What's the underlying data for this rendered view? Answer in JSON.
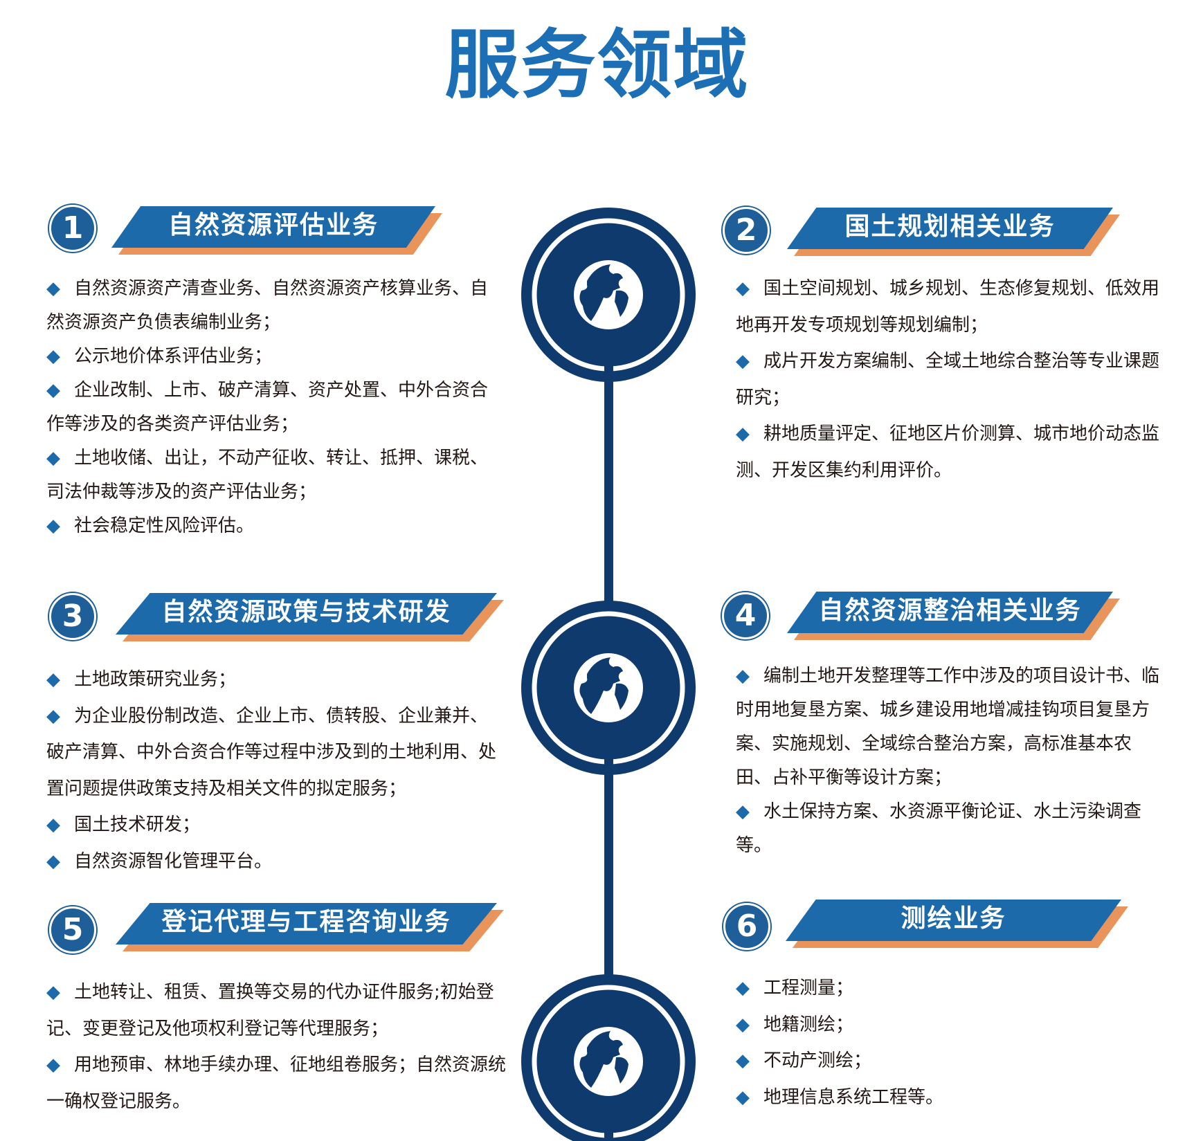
{
  "title": "服务领域",
  "colors": {
    "title": "#1d6fb5",
    "banner": "#1d6aab",
    "accent": "#e8945a",
    "timeline": "#0f3a6e"
  },
  "sections": [
    {
      "number": "1",
      "heading": "自然资源评估业务",
      "items": [
        "自然资源资产清查业务、自然资源资产核算业务、自然资源资产负债表编制业务；",
        "公示地价体系评估业务；",
        "企业改制、上市、破产清算、资产处置、中外合资合作等涉及的各类资产评估业务；",
        "土地收储、出让，不动产征收、转让、抵押、课税、司法仲裁等涉及的资产评估业务；",
        "社会稳定性风险评估。"
      ]
    },
    {
      "number": "2",
      "heading": "国土规划相关业务",
      "items": [
        "国土空间规划、城乡规划、生态修复规划、低效用地再开发专项规划等规划编制；",
        "成片开发方案编制、全域土地综合整治等专业课题研究；",
        "耕地质量评定、征地区片价测算、城市地价动态监测、开发区集约利用评价。"
      ]
    },
    {
      "number": "3",
      "heading": "自然资源政策与技术研发",
      "items": [
        "土地政策研究业务；",
        "为企业股份制改造、企业上市、债转股、企业兼并、破产清算、中外合资合作等过程中涉及到的土地利用、处置问题提供政策支持及相关文件的拟定服务；",
        "国土技术研发；",
        "自然资源智化管理平台。"
      ]
    },
    {
      "number": "4",
      "heading": "自然资源整治相关业务",
      "items": [
        "编制土地开发整理等工作中涉及的项目设计书、临时用地复垦方案、城乡建设用地增减挂钩项目复垦方案、实施规划、全域综合整治方案，高标准基本农田、占补平衡等设计方案；",
        "水土保持方案、水资源平衡论证、水土污染调查等。"
      ]
    },
    {
      "number": "5",
      "heading": "登记代理与工程咨询业务",
      "items": [
        "土地转让、租赁、置换等交易的代办证件服务;初始登记、变更登记及他项权利登记等代理服务；",
        "用地预审、林地手续办理、征地组卷服务；自然资源统一确权登记服务。"
      ]
    },
    {
      "number": "6",
      "heading": "测绘业务",
      "items": [
        "工程测量；",
        "地籍测绘；",
        "不动产测绘；",
        "地理信息系统工程等。"
      ]
    }
  ]
}
